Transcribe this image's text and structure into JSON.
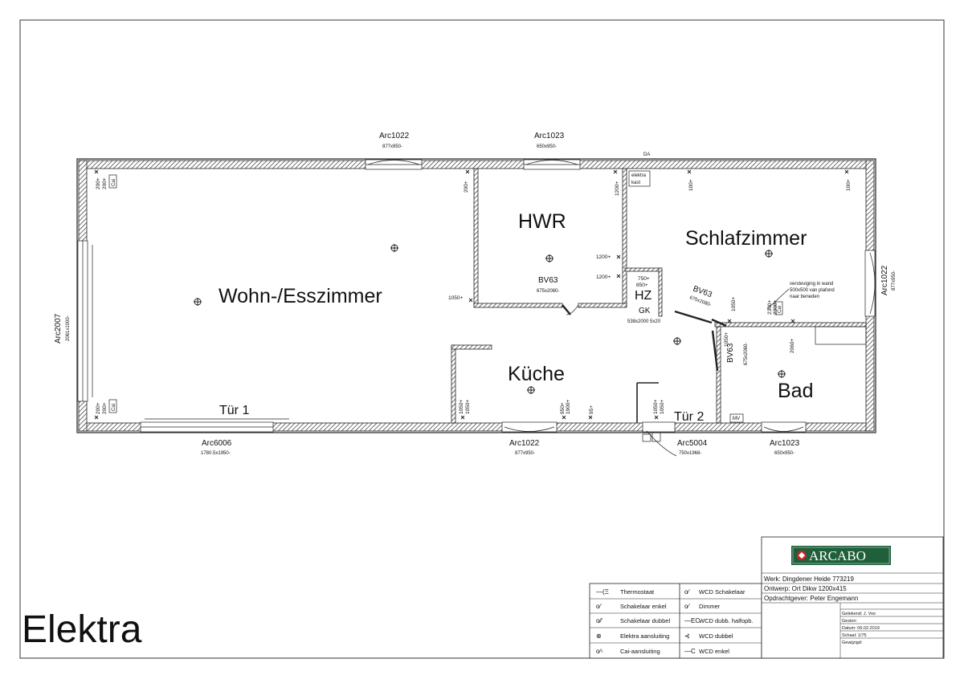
{
  "sheet": {
    "title": "Elektra"
  },
  "rooms": {
    "wohn": "Wohn-/Esszimmer",
    "hwr": "HWR",
    "schlaf": "Schlafzimmer",
    "kueche": "Küche",
    "bad": "Bad",
    "hz": "HZ",
    "gk": "GK"
  },
  "doors": {
    "tuer1": "Tür 1",
    "tuer2": "Tür 2",
    "bv63_hwr": "BV63",
    "bv63_hwr_size": "675x2080-",
    "bv63_schlaf": "BV63",
    "bv63_schlaf_size": "675x2080-",
    "bv63_bad": "BV63",
    "bv63_bad_size": "675x2060-",
    "hz_size": "538x2000 5x20"
  },
  "windows": {
    "top1_name": "Arc1022",
    "top1_size": "877x950-",
    "top2_name": "Arc1023",
    "top2_size": "650x950-",
    "left_name": "Arc2007",
    "left_size": "2061x1000-",
    "right_name": "Arc1022",
    "right_size": "877x950-",
    "bot1_name": "Arc6006",
    "bot1_size": "1780.5x1950-",
    "bot2_name": "Arc1022",
    "bot2_size": "877x950-",
    "bot3_name": "Arc5004",
    "bot3_size": "750x1968-",
    "bot4_name": "Arc1023",
    "bot4_size": "650x950-"
  },
  "marks": {
    "da": "DA",
    "elektra": "elektra",
    "kast": "kast",
    "mv": "MV",
    "cai": "Cai",
    "h200": "200+",
    "h1200": "1200+",
    "h100": "100+",
    "h1050": "1050+",
    "h750": "750+",
    "h850": "850+",
    "h2300": "2300+",
    "h2060": "2060+",
    "h950": "950+",
    "h1900": "1900+",
    "h95": "95+",
    "note1": "versteviging in wand",
    "note2": "500x500 van plafond",
    "note3": "naar beneden"
  },
  "legend": {
    "items_left": [
      {
        "symbol": "—(Ξ",
        "label": "Thermostaat"
      },
      {
        "symbol": "o⁄",
        "label": "Schakelaar enkel"
      },
      {
        "symbol": "o⁄⁄",
        "label": "Schakelaar dubbel"
      },
      {
        "symbol": "⊗",
        "label": "Elektra aansluiting"
      },
      {
        "symbol": "o⁄▫",
        "label": "Cai-aansluiting"
      }
    ],
    "items_right": [
      {
        "symbol": "o⁄",
        "label": "WCD Schakelaar"
      },
      {
        "symbol": "o⁄",
        "label": "Dimmer"
      },
      {
        "symbol": "—EC",
        "label": "WCD dubb. halfopb."
      },
      {
        "symbol": "⊰",
        "label": "WCD dubbel"
      },
      {
        "symbol": "—C",
        "label": "WCD enkel"
      }
    ]
  },
  "titleblock": {
    "logo": "ARCABO",
    "werk": "Werk:  Dingdener Heide 773219",
    "ontwerp": "Ontwerp: Ort Dikw 1200x415",
    "opdrachtgever": "Opdrachtgever: Peter Engemann",
    "getekend": "Getekend:  J. Vos",
    "gezien": "Gezien:",
    "datum": "Datum: 06.02.2019",
    "schaal": "Schaal:      1/75",
    "gewijzigd": "Gewijzigd:"
  },
  "colors": {
    "line": "#222222",
    "logo_green": "#1f5f3a",
    "logo_red": "#c0262c"
  }
}
